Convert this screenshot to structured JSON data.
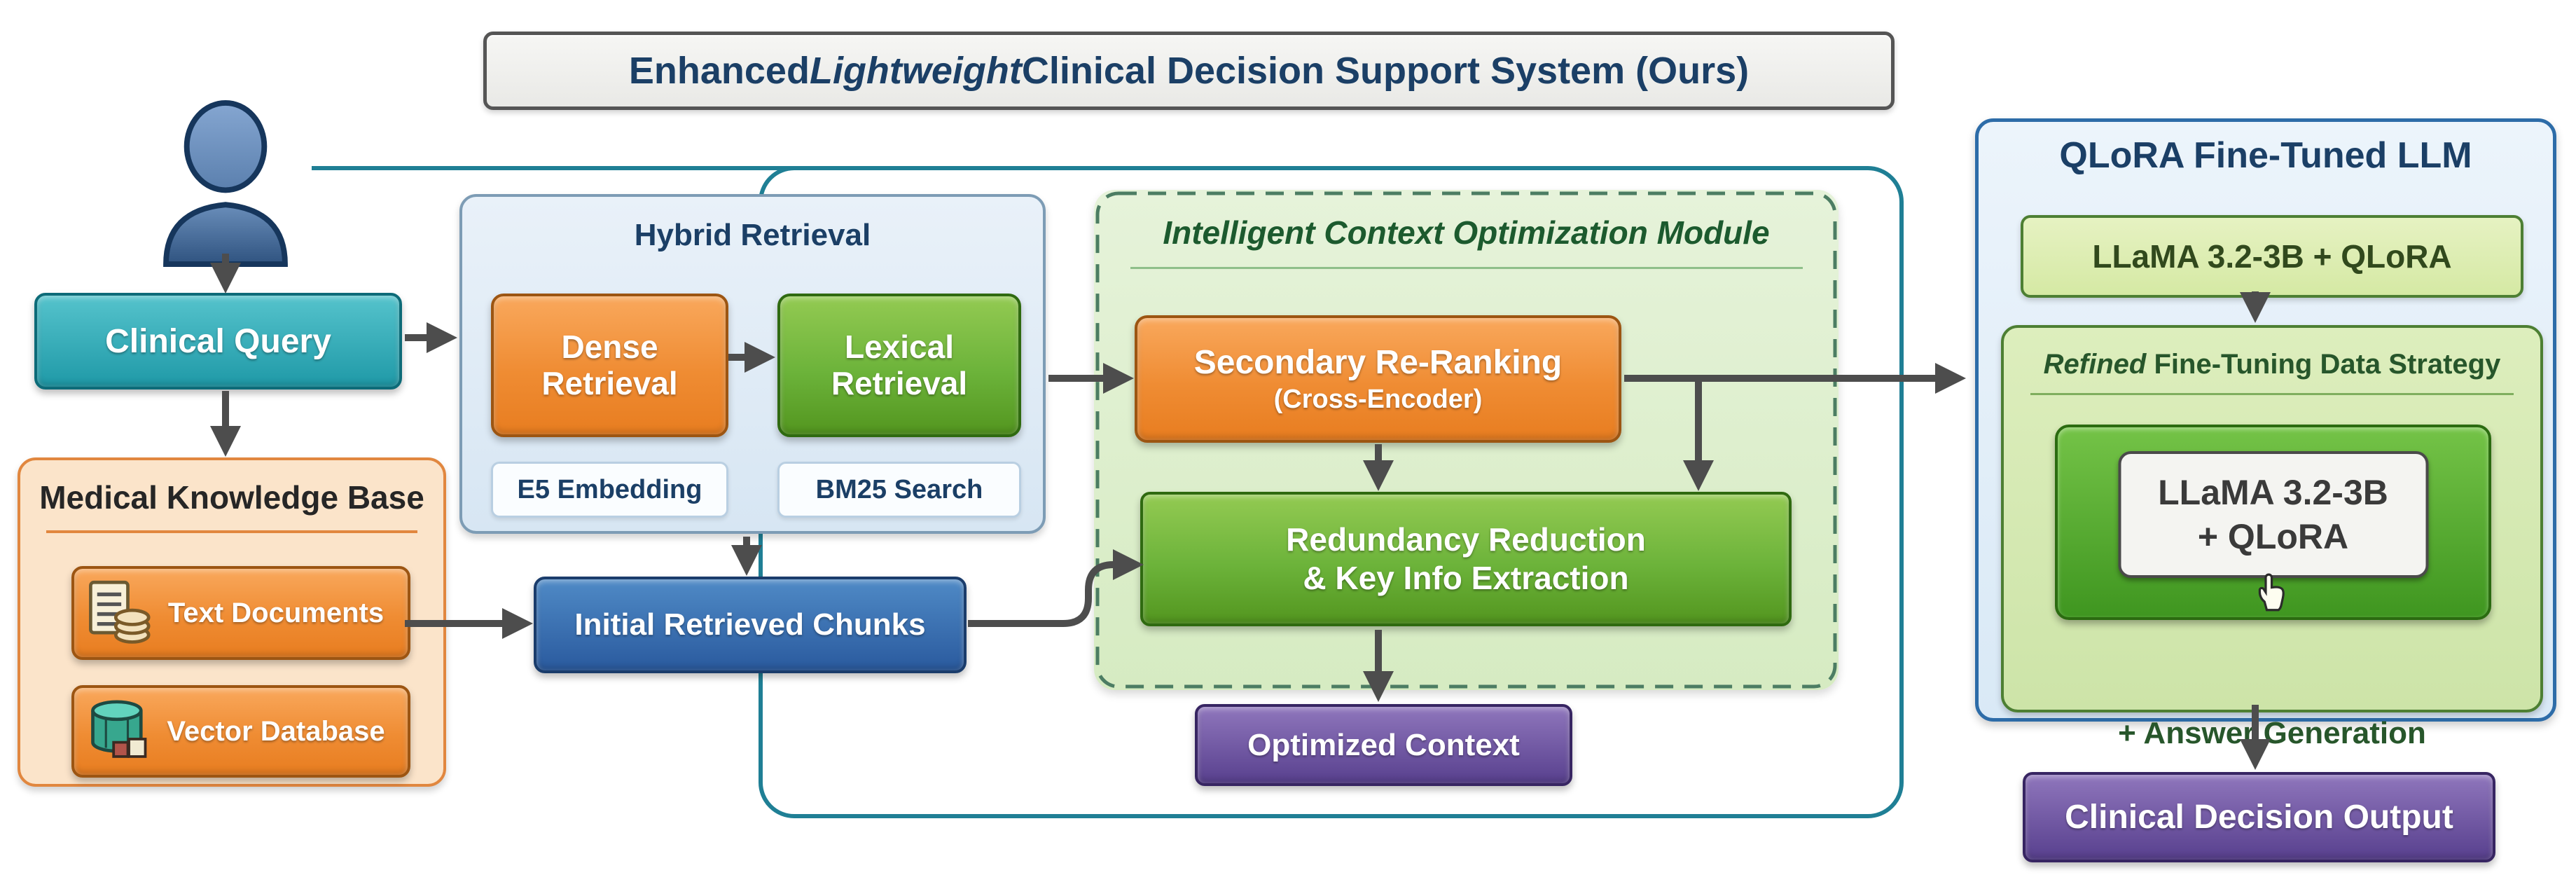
{
  "title": {
    "prefix": "Enhanced ",
    "italic": "Lightweight",
    "suffix": " Clinical Decision Support System (Ours)"
  },
  "nodes": {
    "clinical_query": "Clinical Query",
    "medical_kb": {
      "title": "Medical Knowledge Base",
      "text_documents": "Text Documents",
      "vector_database": "Vector Database"
    },
    "hybrid": {
      "title": "Hybrid Retrieval",
      "dense": "Dense Retrieval",
      "lexical": "Lexical Retrieval",
      "e5": "E5 Embedding",
      "bm25": "BM25 Search"
    },
    "chunks": "Initial Retrieved Chunks",
    "icom": {
      "title": "Intelligent Context Optimization Module",
      "secondary_line1": "Secondary Re-Ranking",
      "secondary_line2": "(Cross-Encoder)",
      "redundancy_line1": "Redundancy Reduction",
      "redundancy_line2": "& Key Info Extraction",
      "optimized": "Optimized Context"
    },
    "qlora": {
      "title": "QLoRA Fine-Tuned LLM",
      "chip": "LLaMA 3.2-3B + QLoRA",
      "refined_italic": "Refined",
      "refined_suffix": " Fine-Tuning Data Strategy",
      "inner_line1": "LLaMA 3.2-3B",
      "inner_line2": "+ QLoRA",
      "answer": "+ Answer Generation"
    },
    "output": "Clinical Decision Output"
  },
  "icons": {
    "user": "user-icon",
    "text_documents": "documents-stack-icon",
    "vector_database": "database-cylinder-icon",
    "cursor": "hand-cursor-icon"
  },
  "colors": {
    "accent_teal": "#1f7f95",
    "arrow_gray": "#4d4d4d",
    "navy_text": "#1b3f66",
    "orange_top": "#f9a85c",
    "orange_bottom": "#e87d20",
    "orange_border": "#9c5512",
    "green_top": "#93ca52",
    "green_bottom": "#53961f",
    "green_border": "#2f6a10",
    "blue_top": "#4f8ac6",
    "blue_bottom": "#2a5a9e",
    "blue_border": "#1a3c6b",
    "teal_top": "#55c3cc",
    "teal_bottom": "#1f99a7",
    "teal_border": "#0d6b78",
    "purple_top": "#8f76bc",
    "purple_bottom": "#58408e",
    "purple_border": "#372562",
    "peach_border": "#e1873f",
    "lightblue_border": "#7d9cb5",
    "module_title": "#1c5a2e",
    "module_dash": "#4c7d63",
    "qlora_border": "#2d6ca8",
    "chip_border": "#4d7f33",
    "chip_text": "#31491d",
    "innergreen_top": "#74c347",
    "innergreen_bottom": "#3f9620",
    "innergreen_border": "#2b6b10"
  }
}
